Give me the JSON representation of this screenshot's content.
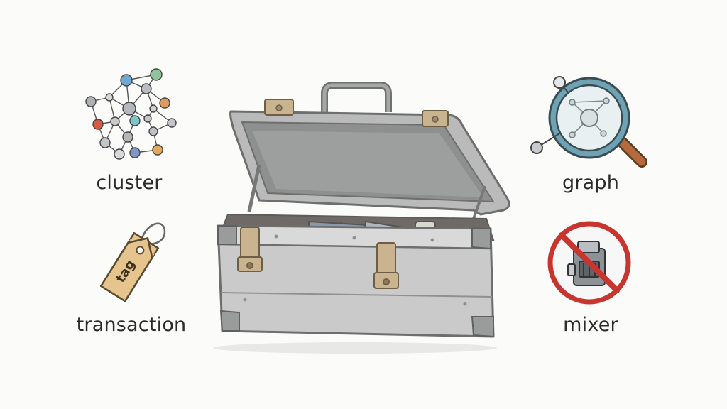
{
  "labels": {
    "cluster": "cluster",
    "graph": "graph",
    "transaction": "transaction",
    "mixer": "mixer"
  },
  "tag_text": "tag",
  "icons": {
    "cluster": "network-cluster-icon",
    "graph": "magnifying-glass-graph-icon",
    "transaction": "price-tag-icon",
    "mixer": "no-mixer-icon",
    "center": "toolbox-icon"
  },
  "colors": {
    "background": "#fbfbfa",
    "metal": "#c9cac9",
    "metal_dark": "#8f9190",
    "latch": "#c9b48f",
    "tag": "#e6c48d",
    "prohibit_red": "#c8352e",
    "lens_blue": "#6fa3b4",
    "handle_brown": "#b46a3a"
  }
}
